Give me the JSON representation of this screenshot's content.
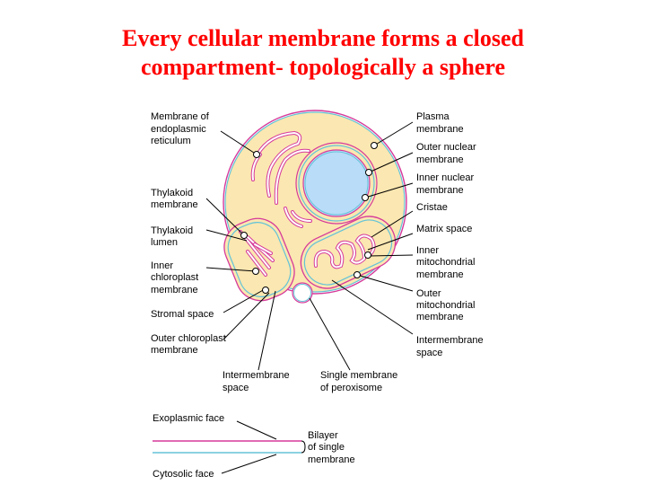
{
  "title": {
    "line1": "Every cellular membrane forms a closed",
    "line2": "compartment- topologically a sphere"
  },
  "colors": {
    "title": "#ff0000",
    "cytoplasm": "#fbe7b1",
    "nucleus": "#b9dcf8",
    "outer_membrane_line": "#d63a9a",
    "inner_membrane_line": "#63c3d8"
  },
  "labels": {
    "er": [
      "Membrane of",
      "endoplasmic",
      "reticulum"
    ],
    "thylakoid_membrane": [
      "Thylakoid",
      "membrane"
    ],
    "thylakoid_lumen": [
      "Thylakoid",
      "lumen"
    ],
    "inner_chloroplast": [
      "Inner",
      "chloroplast",
      "membrane"
    ],
    "stromal_space": [
      "Stromal space"
    ],
    "outer_chloroplast": [
      "Outer chloroplast",
      "membrane"
    ],
    "intermembrane_left": [
      "Intermembrane",
      "space"
    ],
    "peroxisome": [
      "Single membrane",
      "of peroxisome"
    ],
    "plasma": [
      "Plasma",
      "membrane"
    ],
    "outer_nuclear": [
      "Outer nuclear",
      "membrane"
    ],
    "inner_nuclear": [
      "Inner nuclear",
      "membrane"
    ],
    "cristae": [
      "Cristae"
    ],
    "matrix": [
      "Matrix space"
    ],
    "inner_mito": [
      "Inner",
      "mitochondrial",
      "membrane"
    ],
    "outer_mito": [
      "Outer",
      "mitochondrial",
      "membrane"
    ],
    "intermembrane_right": [
      "Intermembrane",
      "space"
    ]
  },
  "legend": {
    "exoplasmic": "Exoplasmic face",
    "cytosolic": "Cytosolic face",
    "bilayer": [
      "Bilayer",
      "of single",
      "membrane"
    ]
  }
}
